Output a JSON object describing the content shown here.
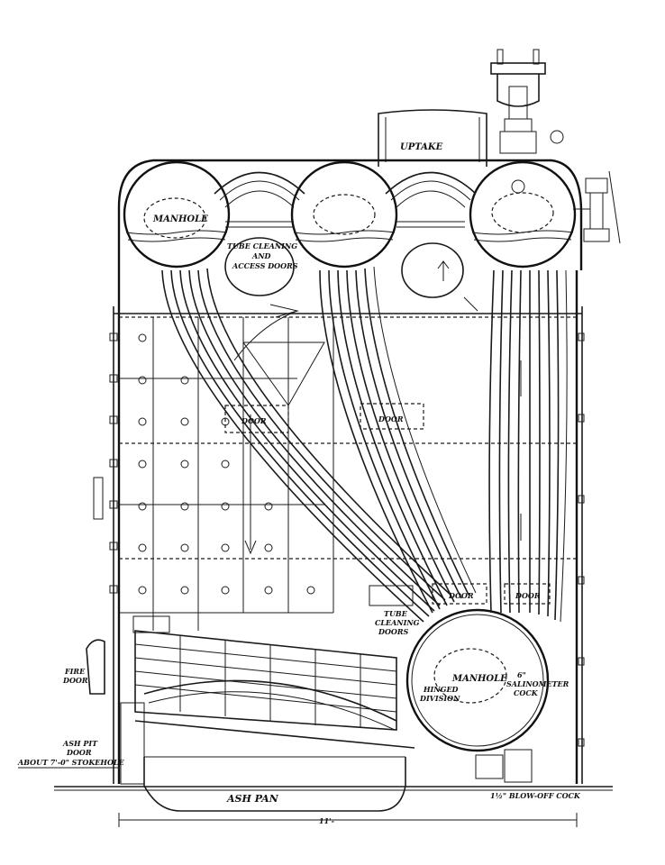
{
  "labels": {
    "uptake": "UPTAKE",
    "manhole_top": "MANHOLE",
    "tube_cleaning_top_1": "TUBE CLEANING",
    "tube_cleaning_top_2": "AND",
    "tube_cleaning_top_3": "ACCESS DOORS",
    "door_left": "DOOR",
    "door_center": "DOOR",
    "door_right_lower": "DOOR",
    "door_right": "DOOR",
    "tube_cleaning_low_1": "TUBE",
    "tube_cleaning_low_2": "CLEANING",
    "tube_cleaning_low_3": "DOORS",
    "manhole_bottom": "MANHOLE",
    "hinged_1": "HINGED",
    "hinged_2": "DIVISION",
    "salinometer_1": "6\"",
    "salinometer_2": "SALINOMETER",
    "salinometer_3": "COCK",
    "fire_door_1": "FIRE",
    "fire_door_2": "DOOR",
    "ash_pit_1": "ASH PIT",
    "ash_pit_2": "DOOR",
    "stokehole": "ABOUT 7'-0\" STOKEHOLE",
    "ash_pan": "ASH PAN",
    "blow_off": "1½\" BLOW-OFF COCK",
    "dimension": "11'-"
  },
  "colors": {
    "ink": "#1a1a1a",
    "paper": "#ffffff"
  }
}
